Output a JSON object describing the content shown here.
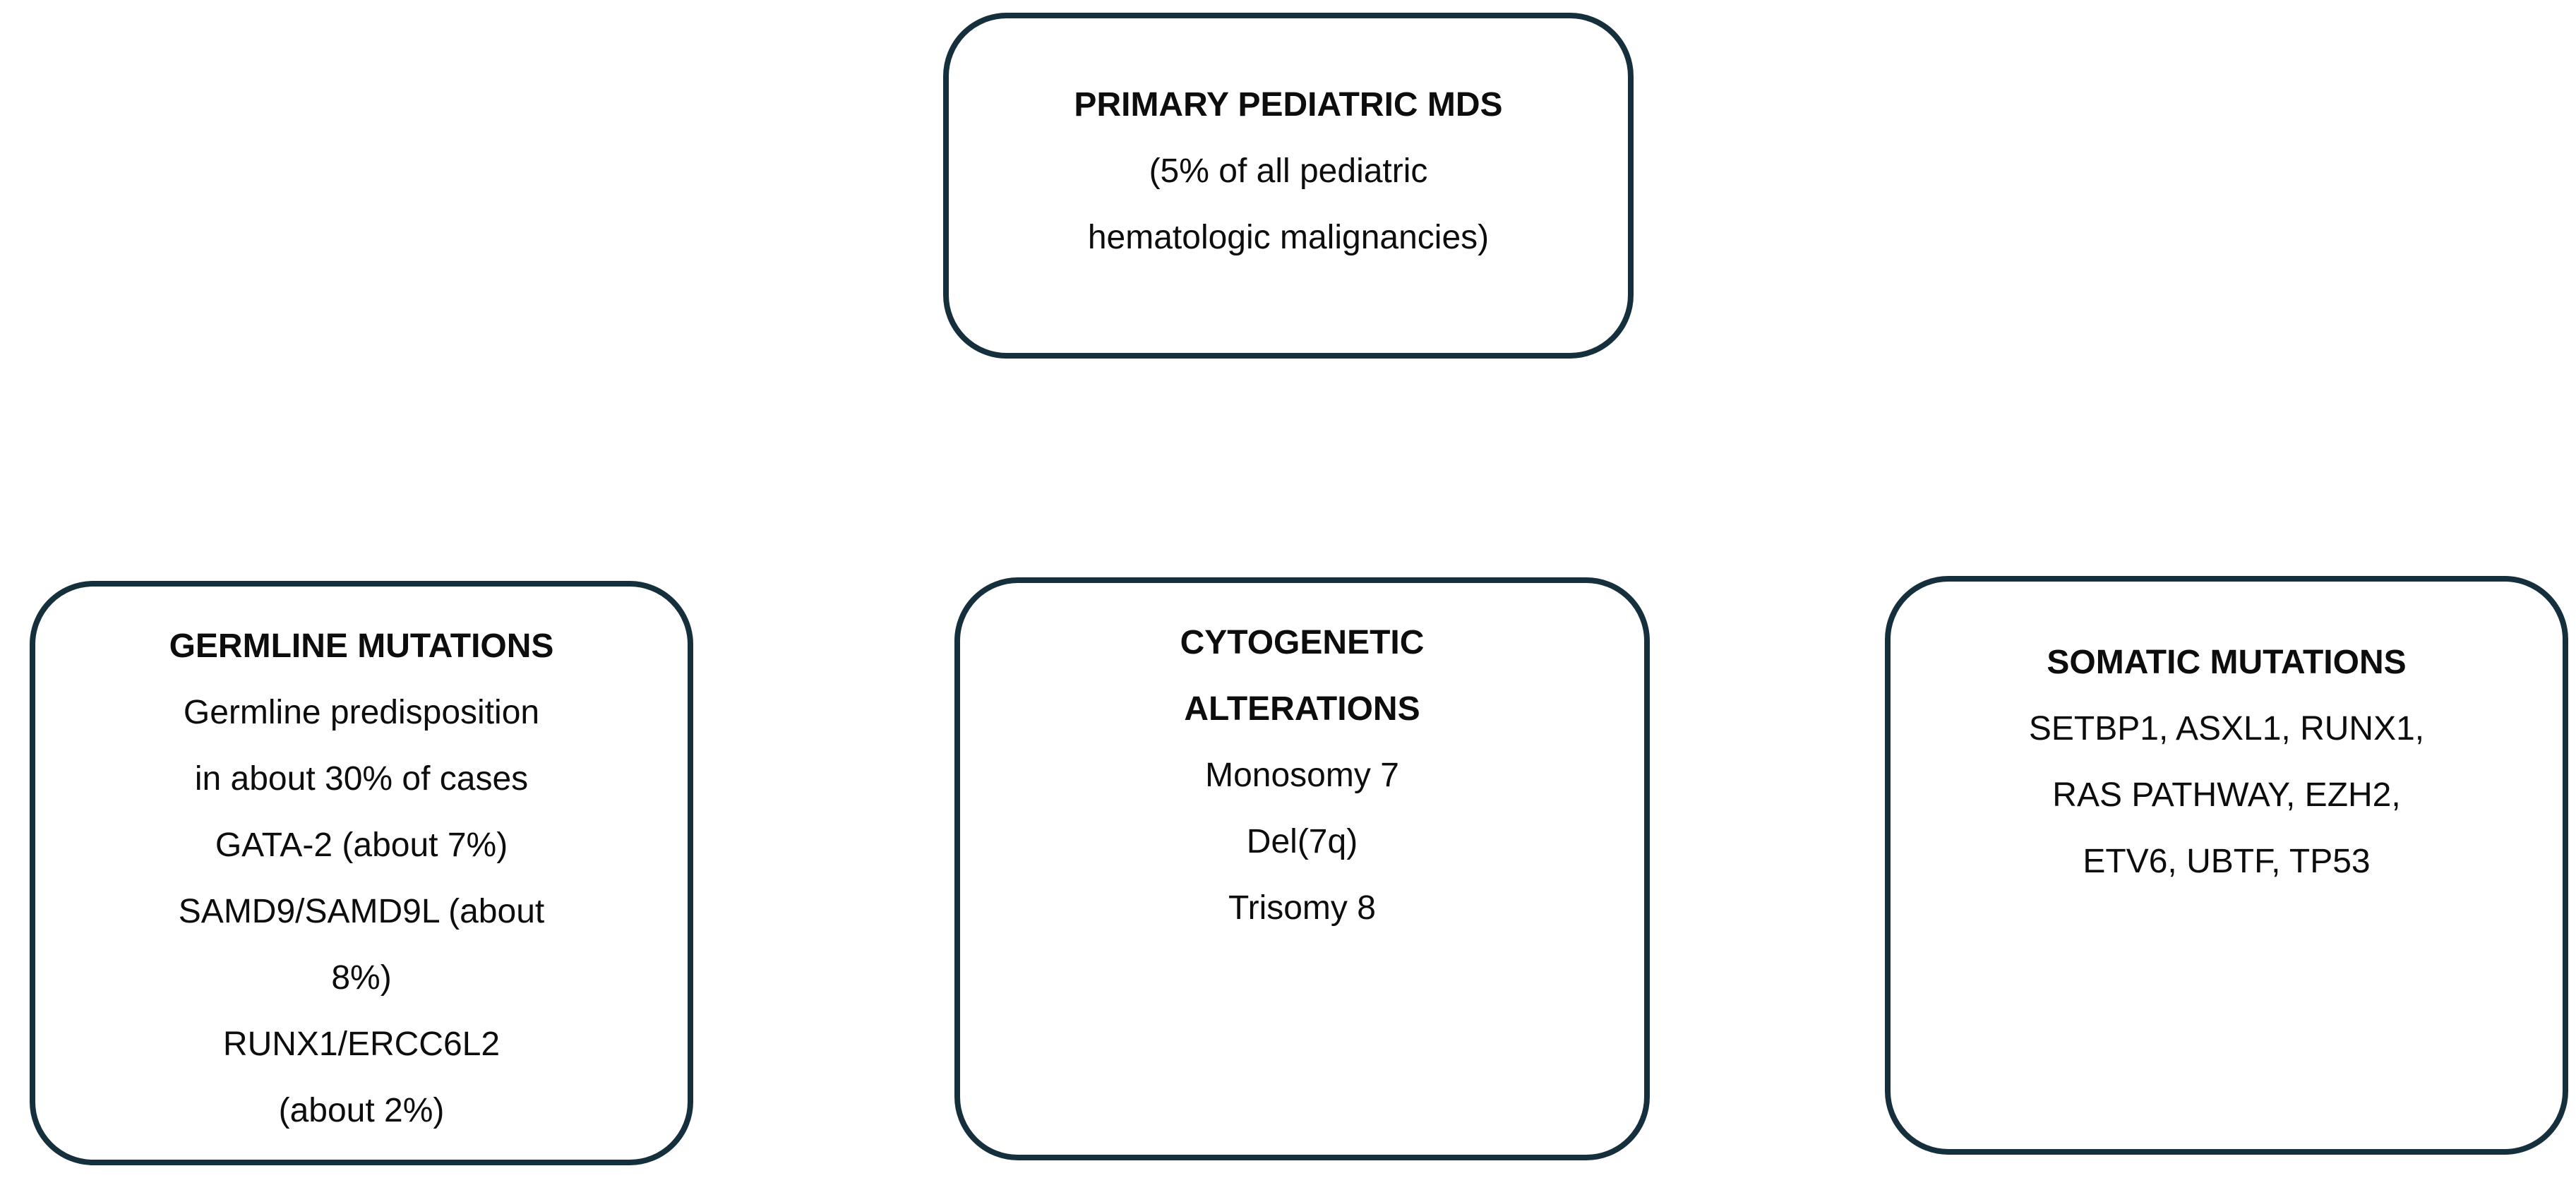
{
  "page": {
    "background_color": "#ffffff",
    "border_color": "#152f3d",
    "text_color": "#0d0d0d"
  },
  "diagram": {
    "type": "concept-boxes",
    "connectors": "none",
    "boxes": [
      {
        "id": "primary-pediatric-mds",
        "position": "top-center",
        "title_lines": [
          "PRIMARY PEDIATRIC MDS"
        ],
        "body_lines": [
          "(5% of all pediatric",
          "hematologic malignancies)"
        ]
      },
      {
        "id": "germline-mutations",
        "position": "bottom-left",
        "title_lines": [
          "GERMLINE MUTATIONS"
        ],
        "body_lines": [
          "Germline predisposition",
          "in about 30% of cases",
          "GATA-2 (about 7%)",
          "SAMD9/SAMD9L (about",
          "8%)",
          "RUNX1/ERCC6L2",
          "(about 2%)"
        ]
      },
      {
        "id": "cytogenetic-alterations",
        "position": "bottom-center",
        "title_lines": [
          "CYTOGENETIC",
          "ALTERATIONS"
        ],
        "body_lines": [
          "Monosomy 7",
          "Del(7q)",
          "Trisomy 8"
        ]
      },
      {
        "id": "somatic-mutations",
        "position": "bottom-right",
        "title_lines": [
          "SOMATIC MUTATIONS"
        ],
        "body_lines": [
          "SETBP1, ASXL1, RUNX1,",
          "RAS PATHWAY, EZH2,",
          "ETV6, UBTF, TP53"
        ]
      }
    ]
  }
}
